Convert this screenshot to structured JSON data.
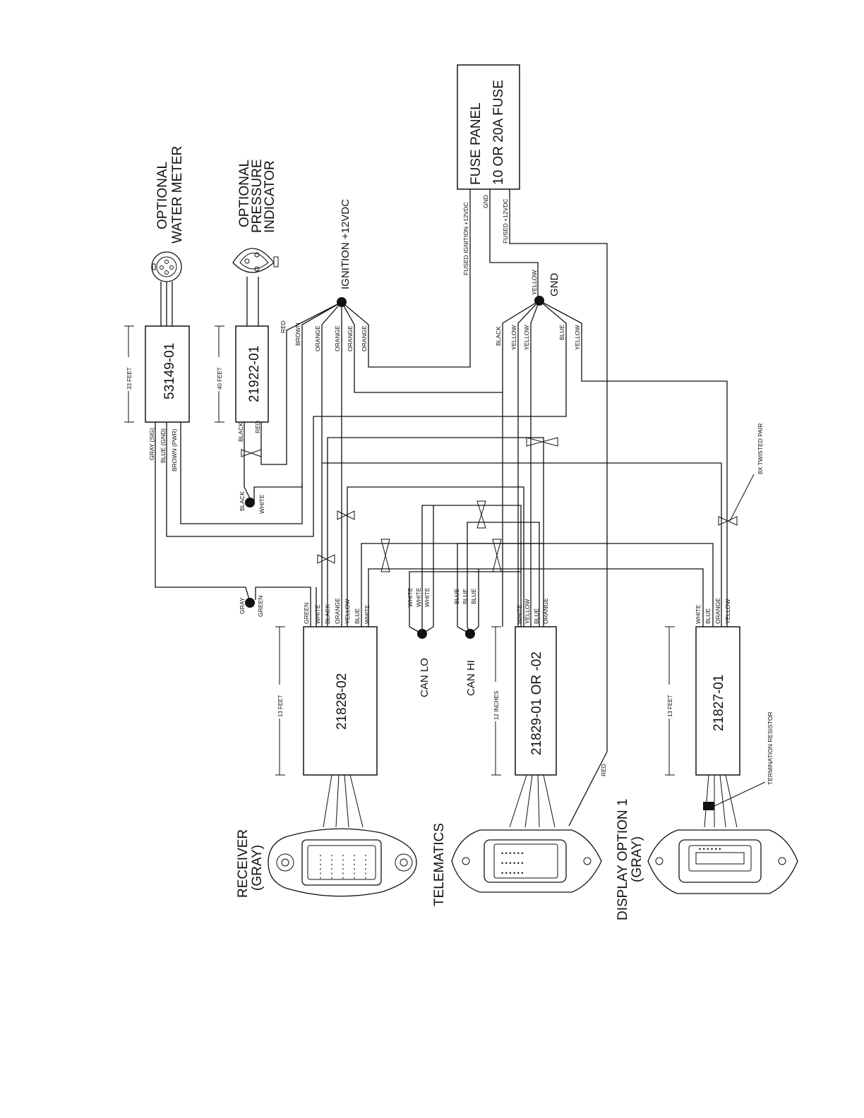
{
  "components": {
    "fuse_panel": {
      "line1": "FUSE PANEL",
      "line2": "10 OR 20A FUSE"
    },
    "water_meter_cable": "53149-01",
    "pressure_cable": "21922-01",
    "receiver_harness": "21828-02",
    "telematics_harness": "21829-01 OR -02",
    "display_harness": "21827-01"
  },
  "devices": {
    "water_meter": [
      "OPTIONAL",
      "WATER METER"
    ],
    "pressure_indicator": [
      "OPTIONAL",
      "PRESSURE",
      "INDICATOR"
    ],
    "receiver": [
      "RECEIVER",
      "(GRAY)"
    ],
    "telematics": "TELEMATICS",
    "display": [
      "DISPLAY OPTION 1",
      "(GRAY)"
    ]
  },
  "nodes": {
    "ignition": "IGNITION +12VDC",
    "gnd": "GND",
    "can_lo": "CAN LO",
    "can_hi": "CAN HI"
  },
  "lengths": {
    "water_meter": "33 FEET",
    "pressure": "40 FEET",
    "receiver": "13 FEET",
    "telematics": "12 INCHES",
    "display": "13 FEET"
  },
  "notes": {
    "twisted_pair": "8X TWISTED PAIR",
    "termination": "TERMINATION RESISTOR"
  },
  "fuse_wires": [
    "FUSED IGNITION +12VDC",
    "GND",
    "FUSED +12VDC"
  ],
  "wires": {
    "water_meter": [
      "GRAY (SIG)",
      "BLUE (GND)",
      "BROWN (PWR)"
    ],
    "pressure": [
      "BLACK",
      "RED"
    ],
    "ignition_fan": [
      "RED",
      "BROWN",
      "ORANGE",
      "ORANGE",
      "ORANGE",
      "ORANGE"
    ],
    "gnd_fan": [
      "BLACK",
      "YELLOW",
      "YELLOW",
      "BLUE",
      "YELLOW"
    ],
    "gnd_top": "YELLOW",
    "splice_bw": [
      "BLACK",
      "WHITE"
    ],
    "splice_gg": [
      "GRAY",
      "GREEN"
    ],
    "receiver": [
      "GREEN",
      "WHITE",
      "BLACK",
      "ORANGE",
      "YELLOW",
      "BLUE",
      "WHITE"
    ],
    "can_lo": [
      "WHITE",
      "WHITE",
      "WHITE"
    ],
    "can_hi": [
      "BLUE",
      "BLUE",
      "BLUE"
    ],
    "telematics": [
      "WHITE",
      "YELLOW",
      "BLUE",
      "ORANGE"
    ],
    "display": [
      "WHITE",
      "BLUE",
      "ORANGE",
      "YELLOW"
    ],
    "telematics_red": "RED"
  }
}
